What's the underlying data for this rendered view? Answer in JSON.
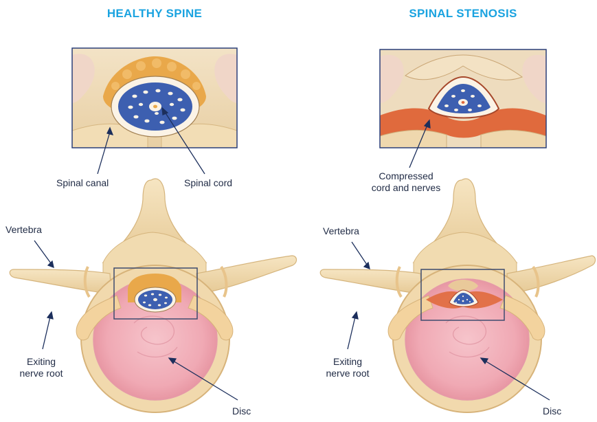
{
  "colors": {
    "title": "#1aa3e0",
    "label": "#1f2a44",
    "leader": "#1c2f5c",
    "frame": "#2a3f78",
    "bone": "#f4deb4",
    "bone_shade": "#d9b97f",
    "fat": "#e7a53f",
    "cord_blue": "#3d5fb0",
    "dura": "#fbf3e6",
    "disc": "#f3b3bd",
    "disc_rim": "#e9c9a2",
    "inflamed": "#e06a3d",
    "nerve": "#f2cf94",
    "skin_bg": "#f7ead8"
  },
  "panels": [
    {
      "id": "healthy",
      "title": "HEALTHY SPINE",
      "labels": {
        "spinal_canal": "Spinal canal",
        "spinal_cord": "Spinal cord",
        "vertebra": "Vertebra",
        "exiting_nerve_root": "Exiting\nnerve root",
        "disc": "Disc"
      }
    },
    {
      "id": "stenosis",
      "title": "SPINAL STENOSIS",
      "labels": {
        "compressed": "Compressed\ncord and nerves",
        "vertebra": "Vertebra",
        "exiting_nerve_root": "Exiting\nnerve root",
        "disc": "Disc"
      }
    }
  ]
}
